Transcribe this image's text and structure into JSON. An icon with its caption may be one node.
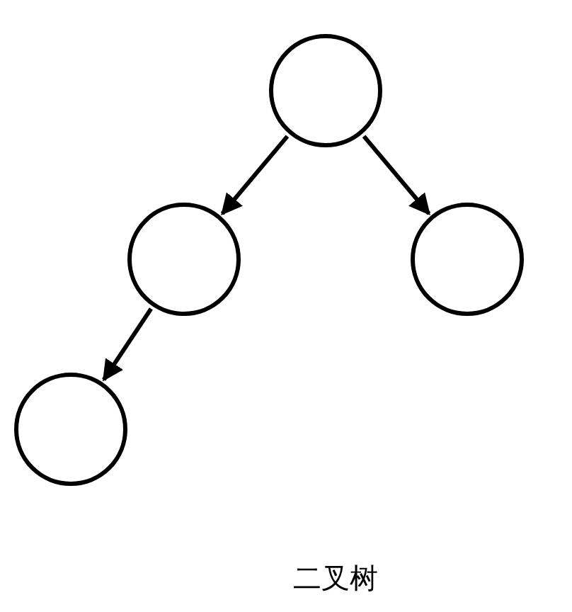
{
  "diagram": {
    "caption": "二叉树",
    "nodes": [
      {
        "text": [],
        "shape": "circle"
      },
      {
        "text": [],
        "shape": "circle"
      },
      {
        "text": [],
        "shape": "circle"
      },
      {
        "text": [],
        "shape": "circle"
      }
    ],
    "edges": [
      {
        "from": 0,
        "to": 1,
        "arrow": "to"
      },
      {
        "from": 0,
        "to": 2,
        "arrow": "to"
      },
      {
        "from": 1,
        "to": 3,
        "arrow": "to"
      }
    ]
  }
}
